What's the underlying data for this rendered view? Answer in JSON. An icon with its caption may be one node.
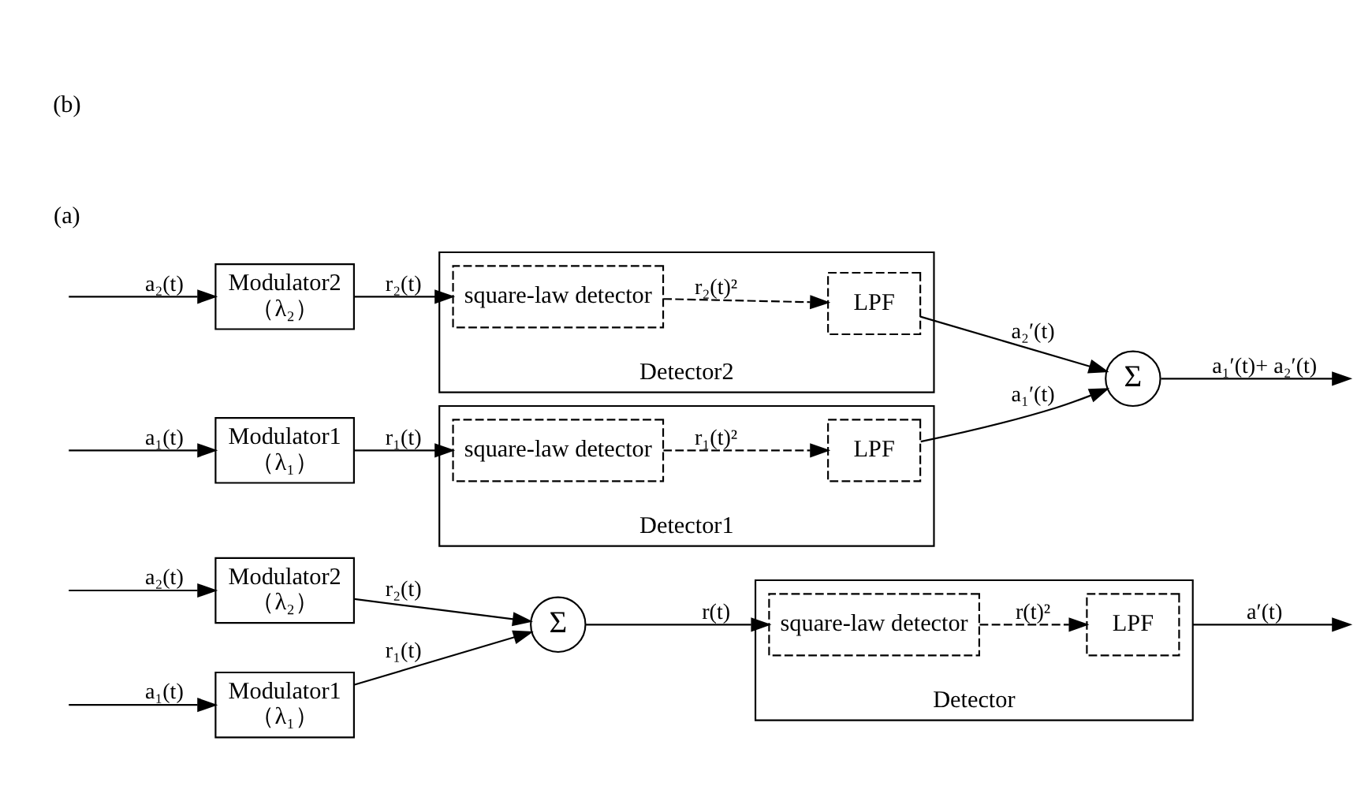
{
  "diagram": {
    "nodes": [
      {
        "text": [
          "Modulator1",
          "（λ₁）"
        ]
      },
      {
        "text": [
          "Modulator2",
          "（λ₂）"
        ]
      },
      {
        "text": [
          "Σ"
        ]
      },
      {
        "text": [
          "Detector"
        ]
      },
      {
        "text": [
          "square-law detector"
        ],
        "in": 3
      },
      {
        "text": [
          "LPF"
        ],
        "in": 3
      },
      {
        "text": [
          "Modulator1",
          "（λ₁）"
        ]
      },
      {
        "text": [
          "Modulator2",
          "（λ₂）"
        ]
      },
      {
        "text": [
          "Detector1"
        ]
      },
      {
        "text": [
          "square-law detector"
        ],
        "in": 8
      },
      {
        "text": [
          "LPF"
        ],
        "in": 8
      },
      {
        "text": [
          "Detector2"
        ]
      },
      {
        "text": [
          "square-law detector"
        ],
        "in": 11
      },
      {
        "text": [
          "LPF"
        ],
        "in": 11
      },
      {
        "text": [
          "Σ"
        ]
      }
    ],
    "edges": [
      {
        "from": null,
        "to": 0,
        "arrow": "to",
        "label": "a₁(t)"
      },
      {
        "from": null,
        "to": 1,
        "arrow": "to",
        "label": "a₂(t)"
      },
      {
        "from": 0,
        "to": 2,
        "arrow": "to",
        "label": "r₁(t)"
      },
      {
        "from": 1,
        "to": 2,
        "arrow": "to",
        "label": "r₂(t)"
      },
      {
        "from": 2,
        "to": 4,
        "arrow": "to",
        "label": "r(t)"
      },
      {
        "from": 4,
        "to": 5,
        "arrow": "to",
        "label": "r(t)²",
        "style": "dashed"
      },
      {
        "from": 3,
        "to": null,
        "arrow": "to",
        "label": "a′(t)"
      },
      {
        "from": null,
        "to": 6,
        "arrow": "to",
        "label": "a₁(t)"
      },
      {
        "from": 6,
        "to": 9,
        "arrow": "to",
        "label": "r₁(t)"
      },
      {
        "from": 9,
        "to": 10,
        "arrow": "to",
        "label": "r₁(t)²",
        "style": "dashed"
      },
      {
        "from": 10,
        "to": 14,
        "arrow": "to",
        "label": "a₁′(t)"
      },
      {
        "from": null,
        "to": 7,
        "arrow": "to",
        "label": "a₂(t)"
      },
      {
        "from": 7,
        "to": 12,
        "arrow": "to",
        "label": "r₂(t)"
      },
      {
        "from": 12,
        "to": 13,
        "arrow": "to",
        "label": "r₂(t)²",
        "style": "dashed"
      },
      {
        "from": 13,
        "to": 14,
        "arrow": "to",
        "label": "a₂′(t)"
      },
      {
        "from": 14,
        "to": null,
        "arrow": "to",
        "label": "a₁′(t)+ a₂′(t)"
      }
    ],
    "labels": [
      "(a)",
      "(b)"
    ]
  }
}
